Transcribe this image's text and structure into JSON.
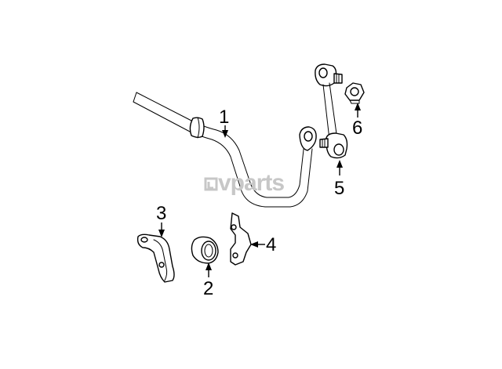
{
  "watermark": {
    "text": "vparts",
    "color": "#c7c7c7"
  },
  "callouts": [
    {
      "id": "1",
      "label": "1"
    },
    {
      "id": "2",
      "label": "2"
    },
    {
      "id": "3",
      "label": "3"
    },
    {
      "id": "4",
      "label": "4"
    },
    {
      "id": "5",
      "label": "5"
    },
    {
      "id": "6",
      "label": "6"
    }
  ],
  "colors": {
    "line": "#000000",
    "background": "#ffffff"
  }
}
